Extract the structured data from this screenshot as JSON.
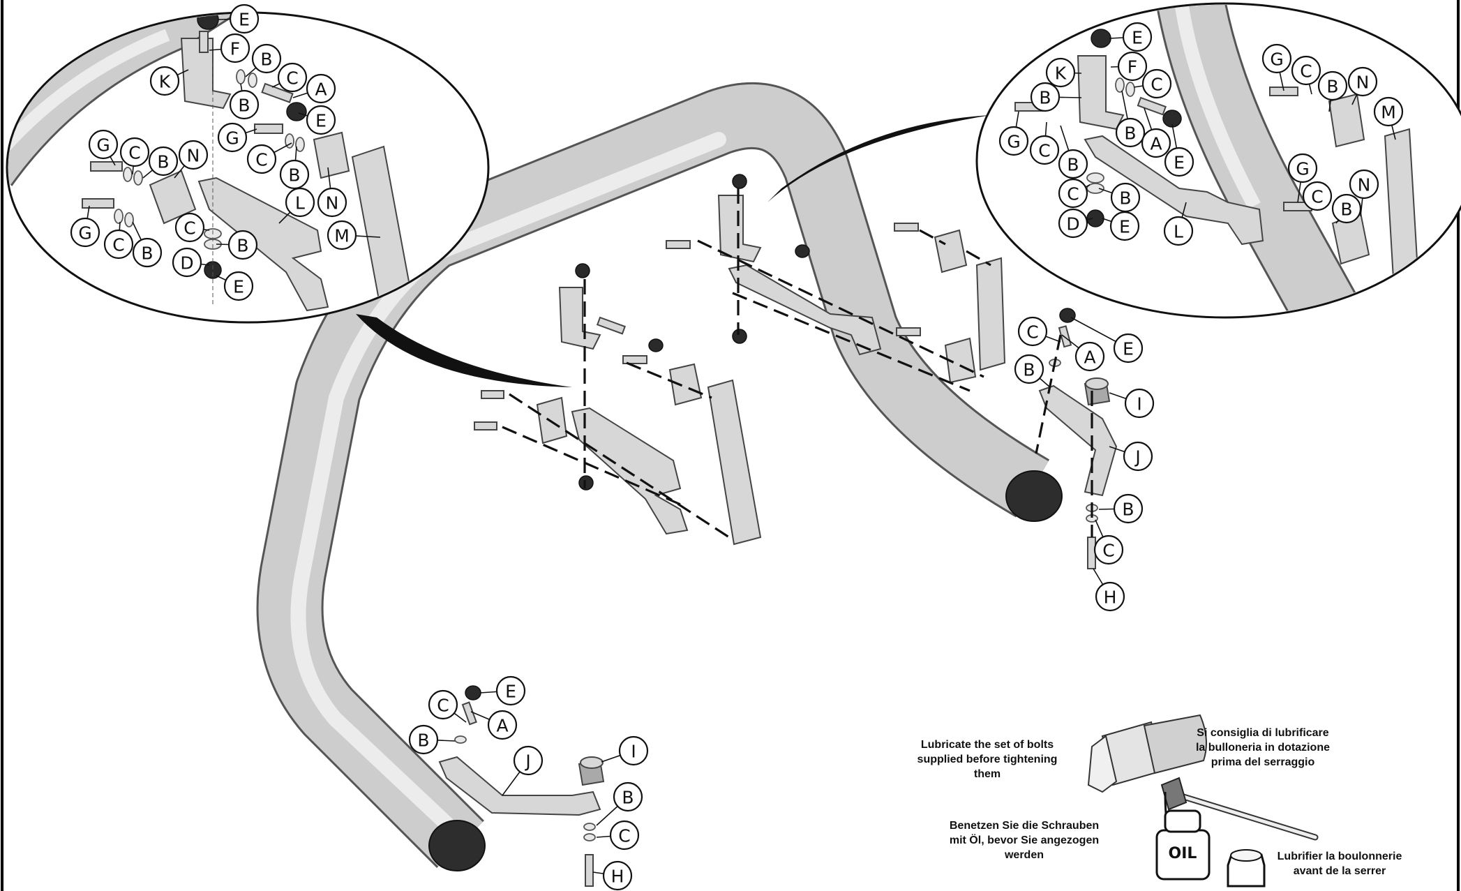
{
  "labels": {
    "A": "A",
    "B": "B",
    "C": "C",
    "D": "D",
    "E": "E",
    "F": "F",
    "G": "G",
    "H": "H",
    "I": "I",
    "J": "J",
    "K": "K",
    "L": "L",
    "M": "M",
    "N": "N"
  },
  "notes": {
    "en": [
      "Lubricate the set of bolts",
      "supplied before tightening",
      "them"
    ],
    "it": [
      "Si consiglia di lubrificare",
      "la bulloneria in dotazione",
      "prima del serraggio"
    ],
    "de": [
      "Benetzen Sie die Schrauben",
      "mit Öl, bevor Sie angezogen",
      "werden"
    ],
    "fr": [
      "Lubrifier la boulonnerie",
      "avant de la serrer"
    ],
    "oil_label": "OIL"
  },
  "colors": {
    "tube": "#c9c9c9",
    "tube_edge": "#555555",
    "tube_end": "#2d2d2d",
    "line": "#111111",
    "bracket": "#d7d7d7"
  },
  "icons": {
    "bolt": "bolt-icon",
    "oil_can": "oil-can-icon",
    "brush": "brush-icon",
    "cap": "cap-icon"
  }
}
